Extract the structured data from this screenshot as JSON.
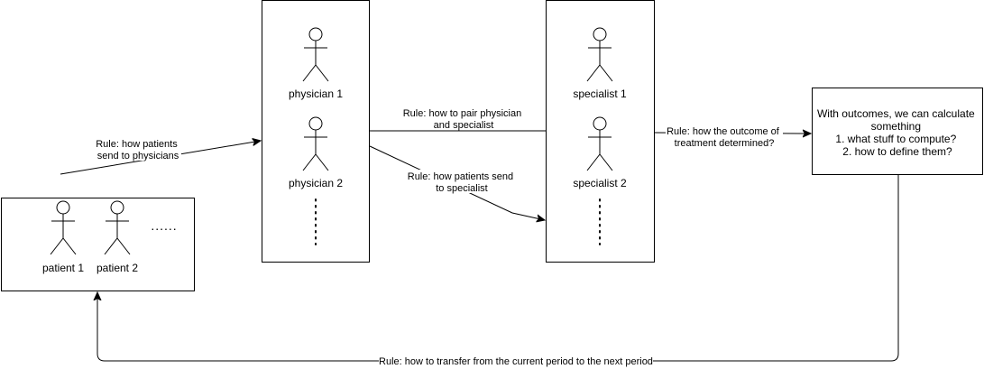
{
  "actors": {
    "patient_1": "patient 1",
    "patient_2": "patient 2",
    "physician_1": "physician 1",
    "physician_2": "physician 2",
    "specialist_1": "specialist 1",
    "specialist_2": "specialist 2"
  },
  "ellipsis": {
    "horizontal": "......"
  },
  "outcomes_box": {
    "lines": [
      "With outcomes, we can calculate",
      "something",
      "1. what stuff to compute?",
      "2. how to define them?"
    ]
  },
  "rules": {
    "patients_to_physicians": [
      "Rule: how patients",
      "send to physicians"
    ],
    "pair_physician_specialist": [
      "Rule: how to pair physician",
      "and specialist"
    ],
    "patients_to_specialist": [
      "Rule: how patients send",
      "to specialist"
    ],
    "outcome_of_treatment": [
      "Rule: how the outcome of",
      "treatment determined?"
    ],
    "transfer_period": "Rule: how to transfer from the current period to the next period"
  }
}
